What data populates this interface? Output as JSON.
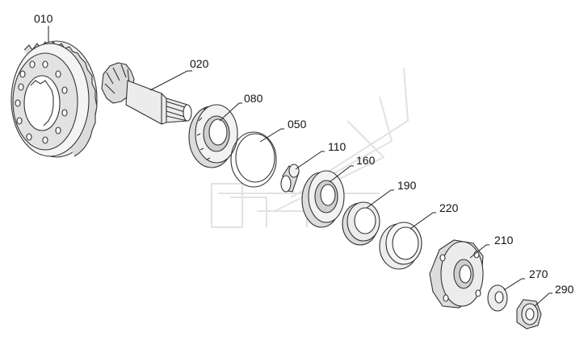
{
  "diagram": {
    "parts": [
      {
        "id": "010",
        "label": "010",
        "name": "ring-gear"
      },
      {
        "id": "020",
        "label": "020",
        "name": "pinion-shaft"
      },
      {
        "id": "080",
        "label": "080",
        "name": "tapered-roller-bearing-inner"
      },
      {
        "id": "050",
        "label": "050",
        "name": "shim-ring"
      },
      {
        "id": "110",
        "label": "110",
        "name": "spacer-sleeve"
      },
      {
        "id": "160",
        "label": "160",
        "name": "tapered-roller-bearing-outer"
      },
      {
        "id": "190",
        "label": "190",
        "name": "oil-seal"
      },
      {
        "id": "220",
        "label": "220",
        "name": "dust-cover-ring"
      },
      {
        "id": "210",
        "label": "210",
        "name": "companion-flange"
      },
      {
        "id": "270",
        "label": "270",
        "name": "washer"
      },
      {
        "id": "290",
        "label": "290",
        "name": "hex-nut"
      }
    ],
    "colors": {
      "line": "#333333",
      "shade": "#cfcfcf",
      "light": "#ececec",
      "watermark": "#e2e2e2"
    }
  }
}
